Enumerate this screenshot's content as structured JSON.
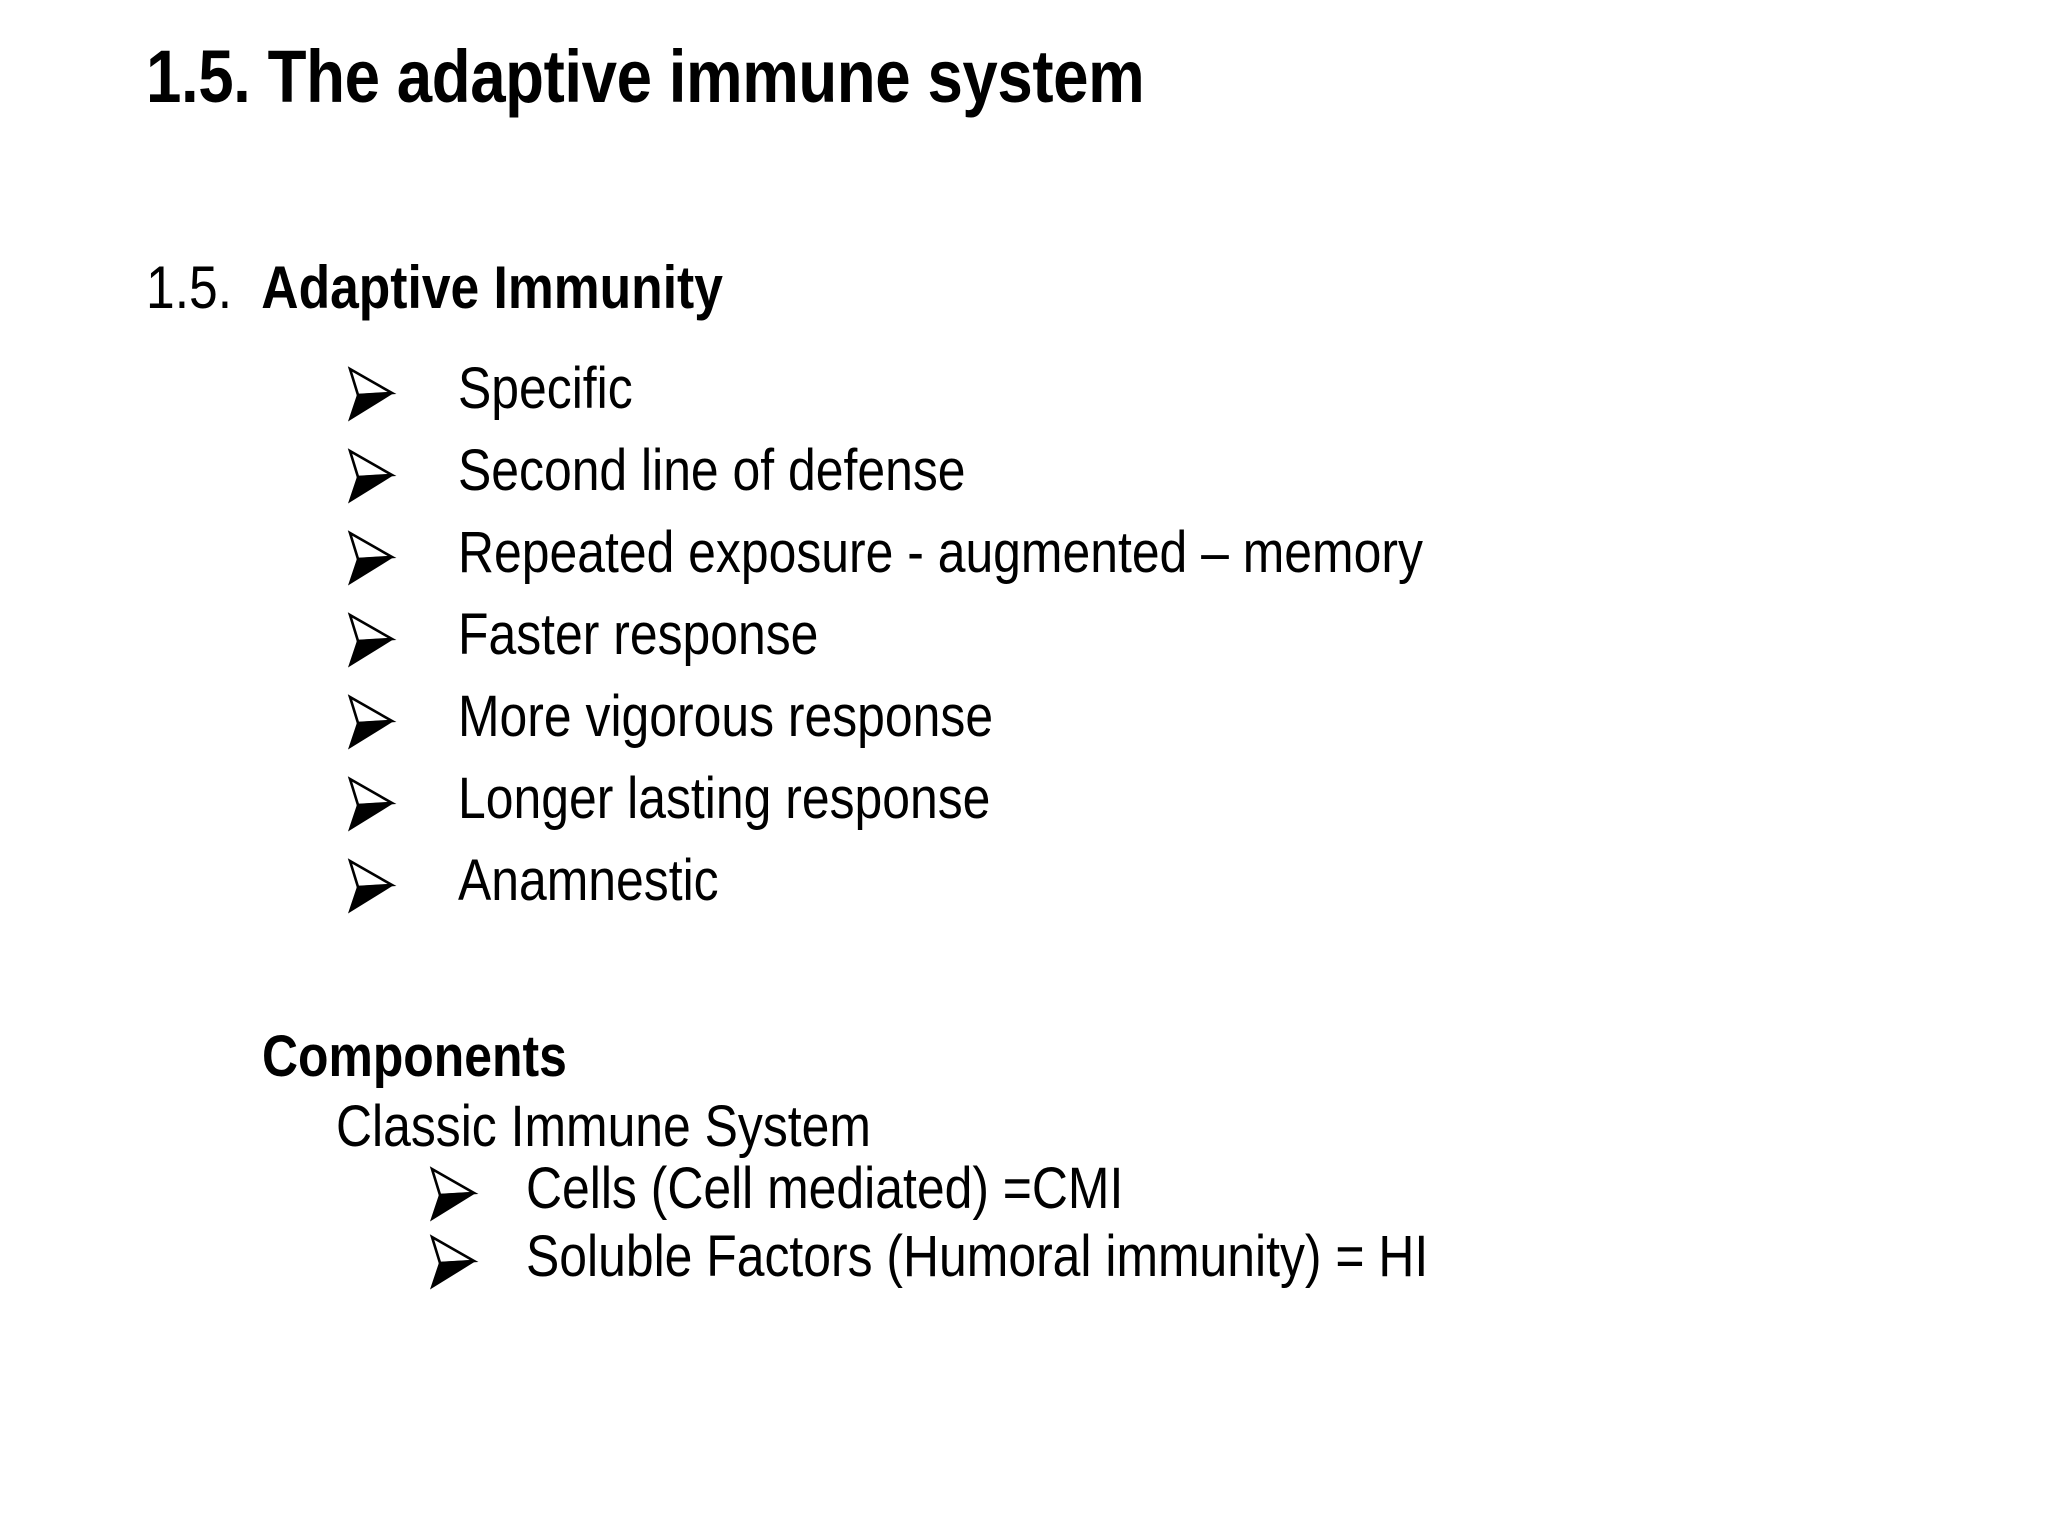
{
  "slide": {
    "title": "1.5. The adaptive immune system",
    "background_color": "#ffffff",
    "text_color": "#000000",
    "section": {
      "number": "1.5.",
      "heading": "Adaptive Immunity"
    },
    "bullet_glyph": "➢",
    "primary_list": [
      {
        "text": "Specific"
      },
      {
        "text": "Second line of defense"
      },
      {
        "text": "Repeated exposure - augmented – memory"
      },
      {
        "text": "Faster response"
      },
      {
        "text": "More vigorous response"
      },
      {
        "text": "Longer lasting response"
      },
      {
        "text": "Anamnestic"
      }
    ],
    "components": {
      "heading": "Components",
      "subheading": "Classic Immune System",
      "items": [
        {
          "text": "Cells (Cell mediated) =CMI"
        },
        {
          "text": "Soluble Factors (Humoral immunity) = HI"
        }
      ]
    }
  }
}
